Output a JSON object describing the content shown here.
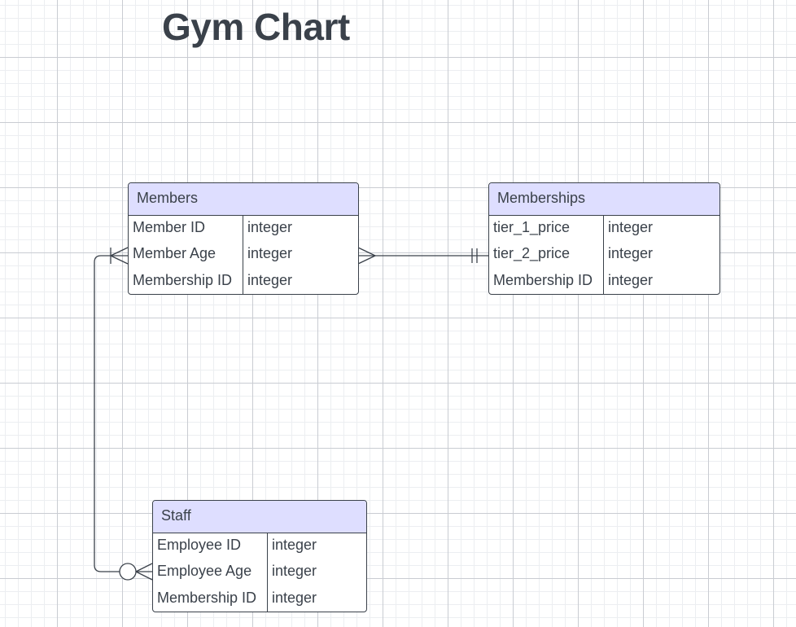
{
  "title": "Gym Chart",
  "entities": [
    {
      "name": "Members",
      "fields": [
        {
          "name": "Member ID",
          "type": "integer"
        },
        {
          "name": "Member Age",
          "type": "integer"
        },
        {
          "name": "Membership ID",
          "type": "integer"
        }
      ]
    },
    {
      "name": "Memberships",
      "fields": [
        {
          "name": "tier_1_price",
          "type": "integer"
        },
        {
          "name": "tier_2_price",
          "type": "integer"
        },
        {
          "name": "Membership ID",
          "type": "integer"
        }
      ]
    },
    {
      "name": "Staff",
      "fields": [
        {
          "name": "Employee ID",
          "type": "integer"
        },
        {
          "name": "Employee Age",
          "type": "integer"
        },
        {
          "name": "Membership ID",
          "type": "integer"
        }
      ]
    }
  ],
  "relationships": [
    {
      "from": "Members",
      "from_cardinality": "many",
      "to": "Memberships",
      "to_cardinality": "one-and-only-one"
    },
    {
      "from": "Members",
      "from_cardinality": "one-or-many",
      "to": "Staff",
      "to_cardinality": "zero-or-many"
    }
  ],
  "colors": {
    "header_fill": "#dedeff",
    "stroke": "#3a414a",
    "title": "#3a414a"
  }
}
